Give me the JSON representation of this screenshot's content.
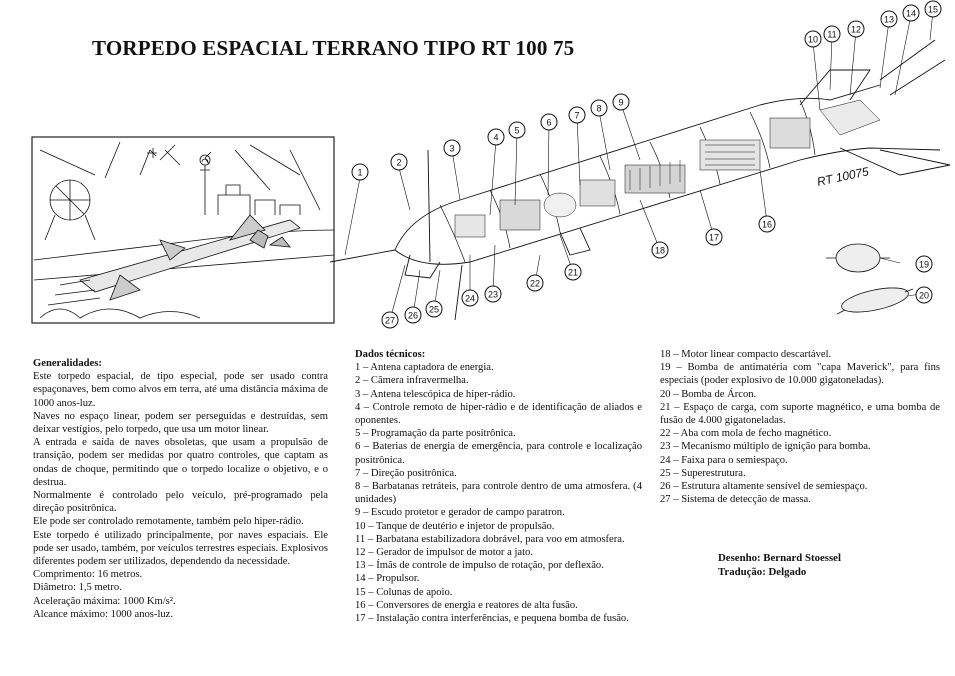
{
  "title": "TORPEDO ESPACIAL TERRANO TIPO RT 100 75",
  "hull_marking": "RT 10075",
  "callouts": [
    "1",
    "2",
    "3",
    "4",
    "5",
    "6",
    "7",
    "8",
    "9",
    "10",
    "11",
    "12",
    "13",
    "14",
    "15",
    "16",
    "17",
    "18",
    "19",
    "20",
    "21",
    "22",
    "23",
    "24",
    "25",
    "26",
    "27"
  ],
  "generalidades": {
    "heading": "Generalidades:",
    "paragraphs": [
      "Este torpedo espacial, de tipo especial, pode ser usado contra espaçonaves, bem como alvos em terra, até uma distância máxima de 1000 anos-luz.",
      "Naves no espaço linear, podem ser perseguidas e destruídas, sem deixar vestígios, pelo torpedo, que usa um motor linear.",
      "A entrada e saída de naves obsoletas, que usam a propulsão de transição, podem ser medidas por quatro controles, que captam as ondas de choque, permitindo que o torpedo localize o objetivo, e o destrua.",
      "Normalmente é controlado pelo veículo, pré-programado pela direção positrônica.",
      "Ele pode ser controlado remotamente, também pelo hiper-rádio.",
      "Este torpedo é utilizado principalmente, por naves espaciais. Ele pode ser usado, também, por veículos terrestres especiais. Explosivos diferentes podem ser utilizados, dependendo da necessidade.",
      "Comprimento: 16 metros.",
      "Diâmetro: 1,5 metro.",
      "Aceleração máxima: 1000 Km/s².",
      "Alcance máximo: 1000 anos-luz."
    ]
  },
  "dados": {
    "heading": "Dados técnicos:",
    "items_col2": [
      "1 – Antena captadora de energia.",
      "2 – Câmera infravermelha.",
      "3 – Antena telescópica de hiper-rádio.",
      "4 – Controle remoto de hiper-rádio e de identificação de aliados e oponentes.",
      "5 – Programação da parte positrônica.",
      "6 – Baterias de energia de emergência, para controle e localização positrônica.",
      "7 – Direção positrônica.",
      "8 – Barbatanas retráteis, para controle dentro de uma atmosfera. (4 unidades)",
      "9 – Escudo protetor e gerador de campo paratron.",
      "10 – Tanque de deutério e injetor de propulsão.",
      "11 – Barbatana estabilizadora dobrável, para voo em atmosfera.",
      "12 – Gerador de impulsor de motor a jato.",
      "13 – Ímãs de controle de impulso de rotação, por deflexão.",
      "14 – Propulsor.",
      "15 – Colunas de apoio.",
      "16 – Conversores de energia e reatores de alta fusão.",
      "17 – Instalação contra interferências, e pequena bomba de fusão."
    ],
    "items_col3": [
      "18 – Motor linear compacto descartável.",
      "19 – Bomba de antimatéria com \"capa Maverick\", para fins especiais (poder explosivo de 10.000 gigatoneladas).",
      "20 – Bomba de Árcon.",
      "21 – Espaço de carga, com suporte magnético, e uma bomba de fusão de 4.000 gigatoneladas.",
      "22 – Aba com mola de fecho magnético.",
      "23 – Mecanismo múltiplo de ignição para bomba.",
      "24 – Faixa para o semiespaço.",
      "25 – Superestrutura.",
      "26 – Estrutura altamente sensível de semiespaço.",
      "27 – Sistema de detecção de massa."
    ]
  },
  "credits": {
    "drawing": "Desenho: Bernard Stoessel",
    "translation": "Tradução: Delgado"
  }
}
